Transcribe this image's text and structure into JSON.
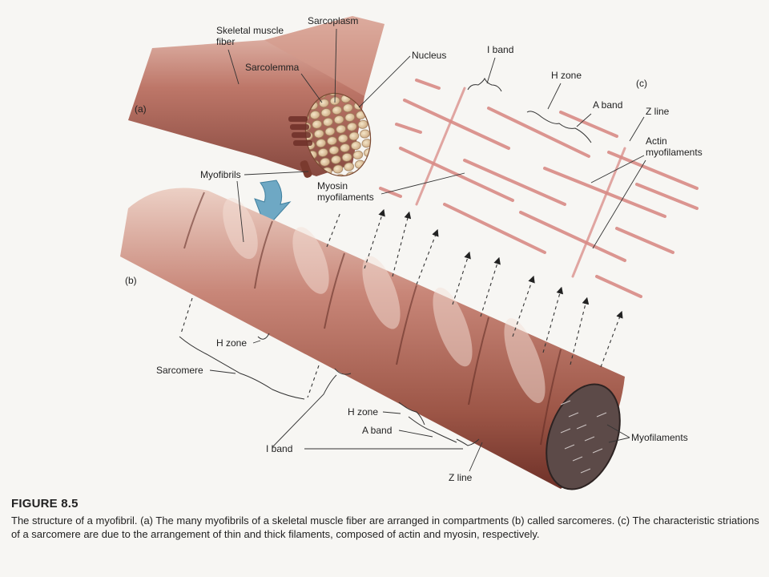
{
  "labels": {
    "skeletal_muscle_fiber": [
      "Skeletal muscle",
      "fiber"
    ],
    "sarcoplasm": "Sarcoplasm",
    "sarcolemma": "Sarcolemma",
    "nucleus": "Nucleus",
    "myofibrils": "Myofibrils",
    "myosin_myofilaments": [
      "Myosin",
      "myofilaments"
    ],
    "i_band_c": "I band",
    "h_zone_c": "H zone",
    "a_band_c": "A band",
    "z_line_c": "Z line",
    "actin_myofilaments": [
      "Actin",
      "myofilaments"
    ],
    "h_zone_b_left": "H zone",
    "sarcomere": "Sarcomere",
    "h_zone_b": "H zone",
    "a_band_b": "A band",
    "i_band_b": "I band",
    "z_line_b": "Z line",
    "myofilaments": "Myofilaments"
  },
  "panels": {
    "a": "(a)",
    "b": "(b)",
    "c": "(c)"
  },
  "caption": {
    "title": "FIGURE 8.5",
    "text": "The structure of a myofibril. (a) The many myofibrils of a skeletal muscle fiber are arranged in compartments (b) called sarcomeres. (c) The characteristic striations of a sarcomere are due to the arrangement of thin and thick filaments, composed of actin and myosin, respectively."
  },
  "colors": {
    "muscle_dark": "#8e4a3c",
    "muscle_mid": "#c9877a",
    "muscle_light": "#f1dcd3",
    "arrow_blue": "#6ea8c4",
    "filament": "#d98b86"
  }
}
